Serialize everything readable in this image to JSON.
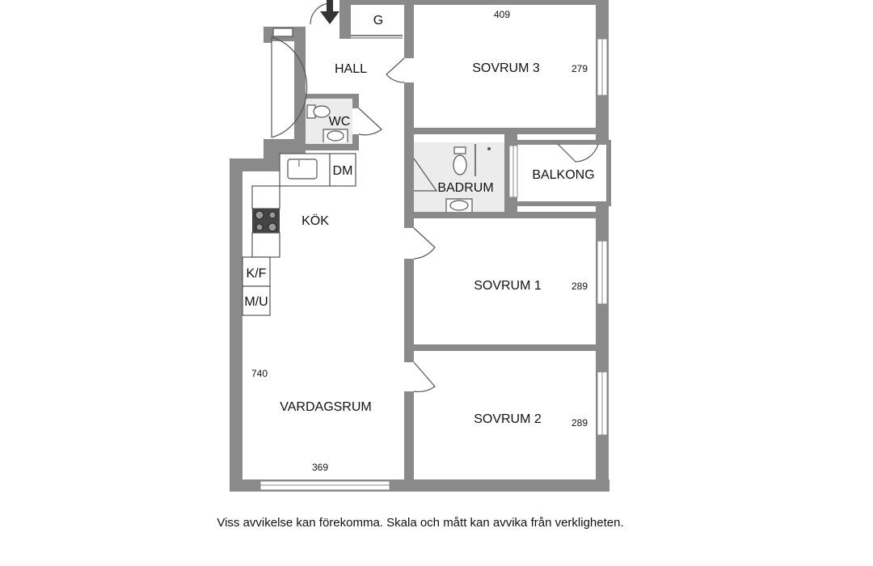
{
  "rooms": {
    "hall": "HALL",
    "g": "G",
    "wc": "WC",
    "dm": "DM",
    "kok": "KÖK",
    "kf": "K/F",
    "mu": "M/U",
    "vardagsrum": "VARDAGSRUM",
    "sovrum3": "SOVRUM 3",
    "sovrum1": "SOVRUM 1",
    "sovrum2": "SOVRUM 2",
    "badrum": "BADRUM",
    "balkong": "BALKONG"
  },
  "dimensions": {
    "sovrum3_width": "409",
    "sovrum3_depth": "279",
    "sovrum1_depth": "289",
    "sovrum2_depth": "289",
    "vardagsrum_depth": "740",
    "vardagsrum_width": "369"
  },
  "disclaimer": "Viss avvikelse kan förekomma. Skala och mått kan avvika från verkligheten."
}
